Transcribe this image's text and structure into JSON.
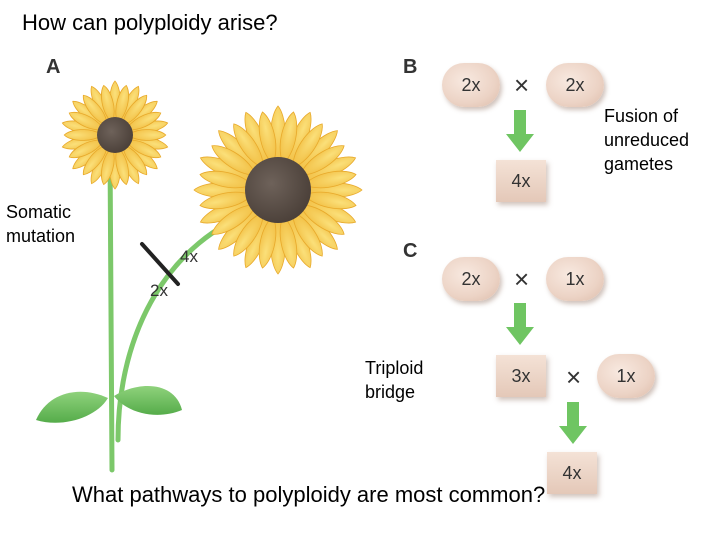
{
  "title": "How can polyploidy arise?",
  "panels": {
    "a": {
      "letter": "A",
      "caption": [
        "Somatic",
        "mutation"
      ],
      "branch_top_label": "4x",
      "branch_bottom_label": "2x"
    },
    "b": {
      "letter": "B",
      "parent_left": "2x",
      "parent_right": "2x",
      "times": "×",
      "result": "4x",
      "caption": [
        "Fusion of",
        "unreduced",
        "gametes"
      ]
    },
    "c": {
      "letter": "C",
      "parent_left": "2x",
      "parent_right": "1x",
      "times_1": "×",
      "intermediate": "3x",
      "times_2": "×",
      "cross_parent": "1x",
      "result": "4x",
      "caption": [
        "Triploid",
        "bridge"
      ]
    }
  },
  "question": "What pathways to polyploidy are most common?",
  "colors": {
    "petal": "#f6cf4a",
    "petal_edge": "#e8a92a",
    "flower_center": "#5a4e46",
    "stem": "#7cc86a",
    "leaf": "#66bb5a",
    "arrow": "#6fc562",
    "ploidy_fill": "#ecd3c5"
  }
}
